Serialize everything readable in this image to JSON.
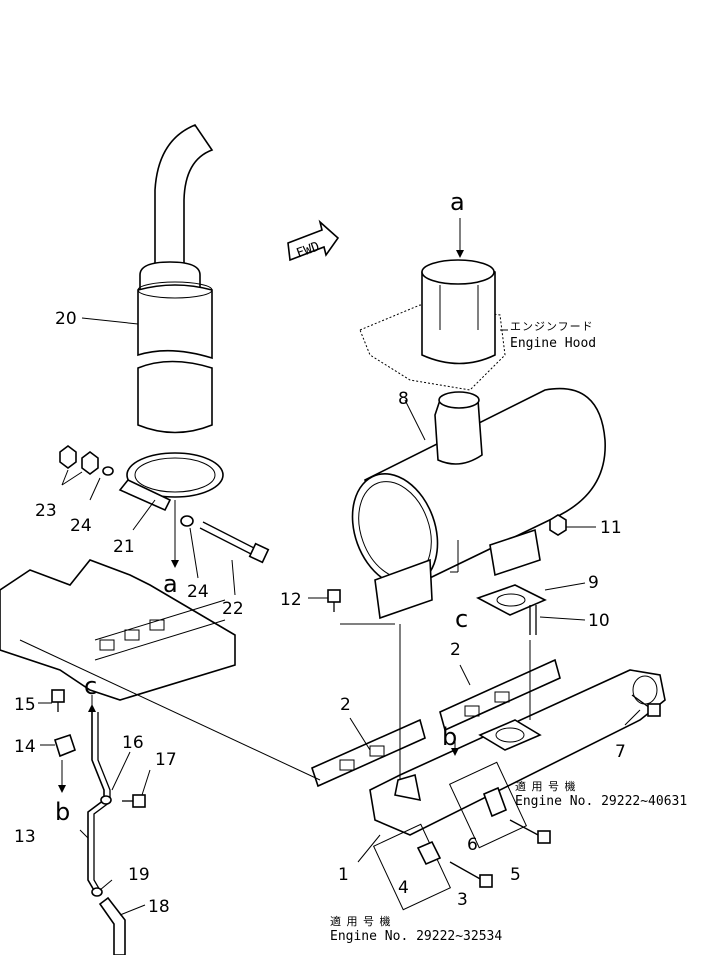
{
  "part_numbers": [
    "1",
    "2",
    "3",
    "4",
    "5",
    "6",
    "7",
    "8",
    "9",
    "10",
    "11",
    "12",
    "13",
    "14",
    "15",
    "16",
    "17",
    "18",
    "19",
    "20",
    "21",
    "22",
    "23",
    "24"
  ],
  "view_markers": {
    "a": "a",
    "b": "b",
    "c": "c"
  },
  "fwd_arrow": "FWD",
  "engine_hood": {
    "jp": "エンジンフード",
    "en": "Engine  Hood"
  },
  "applicable_note_1": {
    "jp": "適 用 号 機",
    "en": "Engine  No.  29222~40631"
  },
  "applicable_note_2": {
    "jp": "適 用 号 機",
    "en": "Engine  No.  29222~32534"
  }
}
